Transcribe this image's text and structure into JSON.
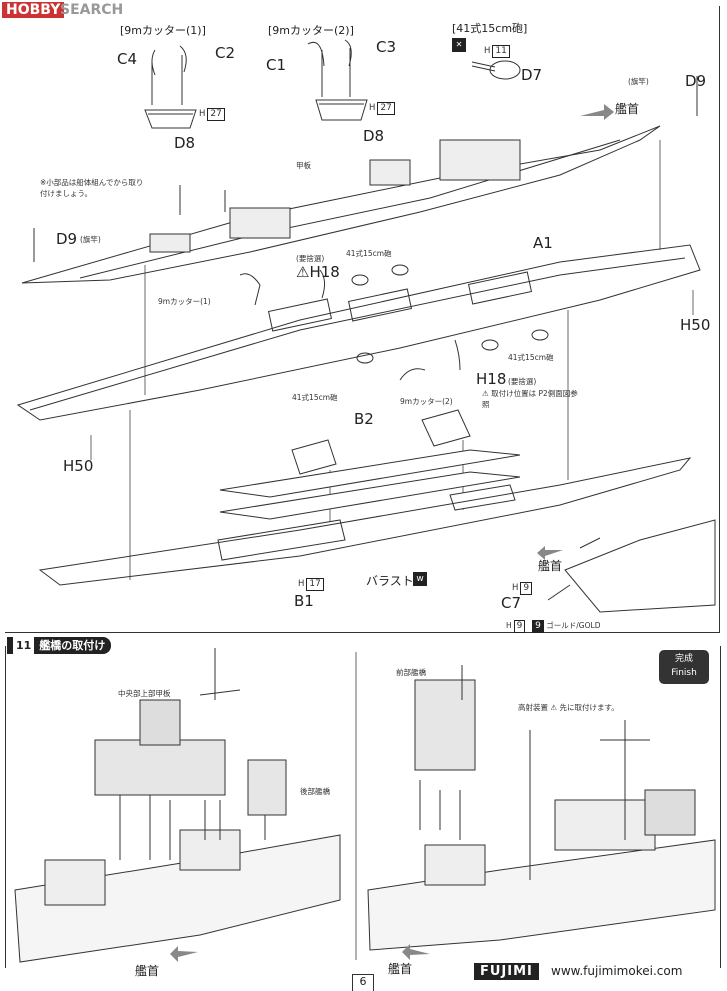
{
  "watermark": {
    "part1": "HOBBY",
    "part2": "SEARCH"
  },
  "top": {
    "group1_title": "[9mカッター(1)]",
    "group2_title": "[9mカッター(2)]",
    "group3_title": "[41式15cm砲]",
    "c4": "C4",
    "c2": "C2",
    "c1": "C1",
    "c3": "C3",
    "d8a": "D8",
    "d8b": "D8",
    "d7": "D7",
    "d9_top": "D9",
    "h27a": "H",
    "h27a_num": "27",
    "h27b": "H",
    "h27b_num": "27",
    "h11": "H",
    "h11_num": "11",
    "flag_pole_top": "(旗竿)",
    "bow_top": "艦首",
    "note_small_parts": "※小部品は船体組んでから取り付けましょう。",
    "deck_label": "甲板",
    "d9_left": "D9",
    "flag_pole_left": "(旗竿)",
    "a1": "A1",
    "gun_41_top": "41式15cm砲",
    "h18_top": "H18",
    "h18_top_note": "(要捨選)",
    "cutter1_mid": "9mカッター(1)",
    "h50_right": "H50",
    "gun_41_right": "41式15cm砲",
    "h18_bottom": "H18",
    "h18_bottom_note": "(要捨選)",
    "attach_note": "取付け位置は P2側面図参照",
    "gun_41_bottom": "41式15cm砲",
    "cutter2_mid": "9mカッター(2)",
    "h50_left": "H50",
    "b2": "B2",
    "ballast": "バラスト",
    "h17": "H",
    "h17_num": "17",
    "b1": "B1",
    "bow_mid": "艦首",
    "h9": "H",
    "h9_num": "9",
    "c7": "C7",
    "legend_h": "H",
    "legend_h_num": "9",
    "legend_num": "9",
    "legend_text": "ゴールド/GOLD"
  },
  "step11": {
    "number": "11",
    "title": "艦橋の取付け",
    "finish_jp": "完成",
    "finish_en": "Finish",
    "mid_upper_deck": "中央部上部甲板",
    "rear_bridge": "後部艦橋",
    "bow_left": "艦首",
    "fore_bridge": "前部艦橋",
    "rangefinder": "高射装置",
    "rangefinder_note": "先に取付けます。",
    "bow_right": "艦首"
  },
  "footer": {
    "brand": "FUJIMI",
    "website": "www.fujimimokei.com",
    "page": "6"
  }
}
